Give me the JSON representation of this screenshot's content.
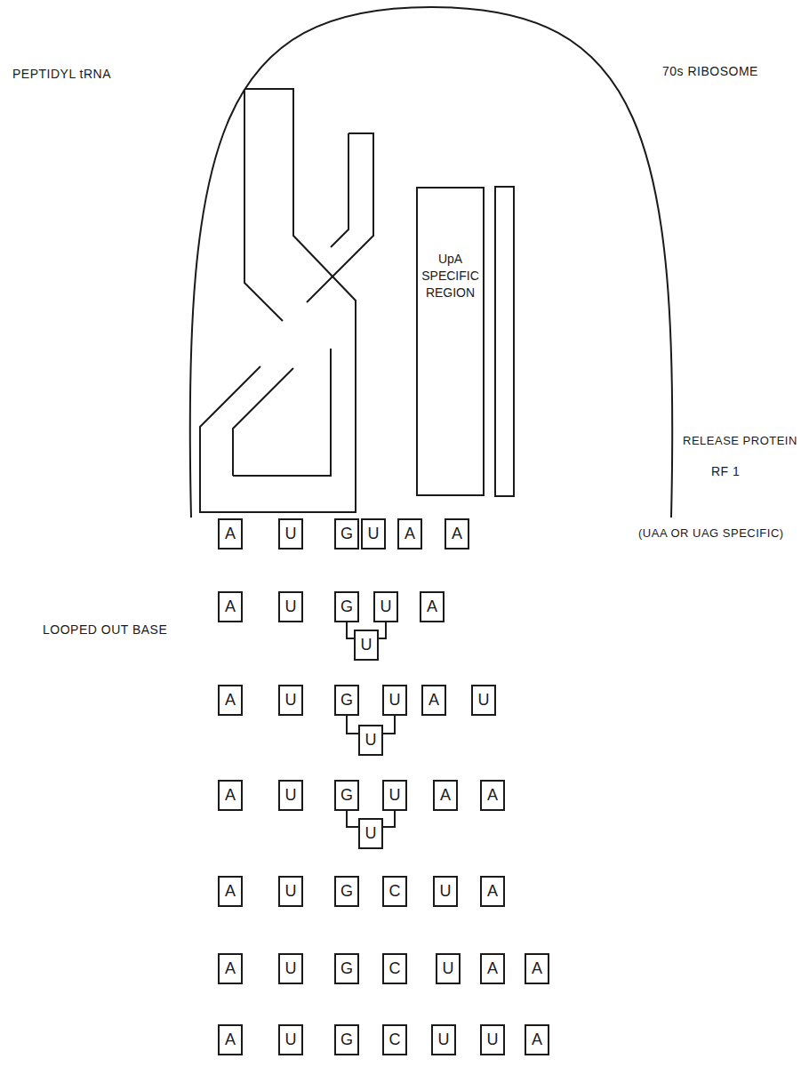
{
  "diagram": {
    "nodes": [
      {
        "text": [
          "UpA SPECIFIC REGION"
        ]
      },
      {
        "text": [
          "A"
        ]
      },
      {
        "text": [
          "U"
        ]
      },
      {
        "text": [
          "G"
        ]
      },
      {
        "text": [
          "U"
        ]
      },
      {
        "text": [
          "A"
        ]
      },
      {
        "text": [
          "A"
        ]
      },
      {
        "text": [
          "A"
        ]
      },
      {
        "text": [
          "U"
        ]
      },
      {
        "text": [
          "G"
        ]
      },
      {
        "text": [
          "U"
        ]
      },
      {
        "text": [
          "A"
        ]
      },
      {
        "text": [
          "U"
        ]
      },
      {
        "text": [
          "A"
        ]
      },
      {
        "text": [
          "U"
        ]
      },
      {
        "text": [
          "G"
        ]
      },
      {
        "text": [
          "U"
        ]
      },
      {
        "text": [
          "A"
        ]
      },
      {
        "text": [
          "U"
        ]
      },
      {
        "text": [
          "U"
        ]
      },
      {
        "text": [
          "A"
        ]
      },
      {
        "text": [
          "U"
        ]
      },
      {
        "text": [
          "G"
        ]
      },
      {
        "text": [
          "U"
        ]
      },
      {
        "text": [
          "A"
        ]
      },
      {
        "text": [
          "A"
        ]
      },
      {
        "text": [
          "U"
        ]
      },
      {
        "text": [
          "A"
        ]
      },
      {
        "text": [
          "U"
        ]
      },
      {
        "text": [
          "G"
        ]
      },
      {
        "text": [
          "C"
        ]
      },
      {
        "text": [
          "U"
        ]
      },
      {
        "text": [
          "A"
        ]
      },
      {
        "text": [
          "A"
        ]
      },
      {
        "text": [
          "U"
        ]
      },
      {
        "text": [
          "G"
        ]
      },
      {
        "text": [
          "C"
        ]
      },
      {
        "text": [
          "U"
        ]
      },
      {
        "text": [
          "A"
        ]
      },
      {
        "text": [
          "A"
        ]
      },
      {
        "text": [
          "A"
        ]
      },
      {
        "text": [
          "U"
        ]
      },
      {
        "text": [
          "G"
        ]
      },
      {
        "text": [
          "C"
        ]
      },
      {
        "text": [
          "U"
        ]
      },
      {
        "text": [
          "U"
        ]
      },
      {
        "text": [
          "A"
        ]
      }
    ],
    "edges": [
      {
        "from": 9,
        "to": 12,
        "arrow": "none"
      },
      {
        "from": 12,
        "to": 10,
        "arrow": "none"
      },
      {
        "from": 15,
        "to": 19,
        "arrow": "none"
      },
      {
        "from": 19,
        "to": 16,
        "arrow": "none"
      },
      {
        "from": 22,
        "to": 26,
        "arrow": "none"
      },
      {
        "from": 26,
        "to": 23,
        "arrow": "none"
      }
    ],
    "labels": [
      "PEPTIDYL tRNA",
      "70s RIBOSOME",
      "RELEASE PROTEIN",
      "RF 1",
      "(UAA OR UAG SPECIFIC)",
      "LOOPED OUT BASE"
    ]
  }
}
